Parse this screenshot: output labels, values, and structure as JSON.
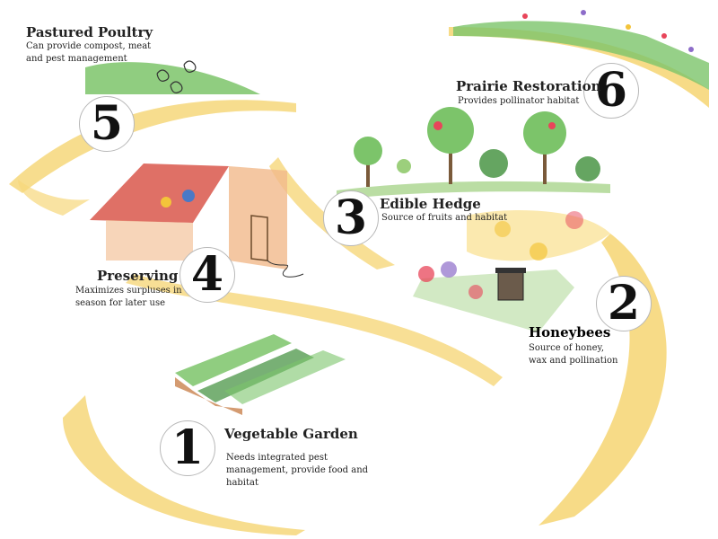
{
  "steps": [
    {
      "number": "1",
      "title": "Vegetable Garden",
      "description": "Needs integrated pest management, provide food and habitat"
    },
    {
      "number": "2",
      "title": "Honeybees",
      "description": "Source of honey, wax and pollination"
    },
    {
      "number": "3",
      "title": "Edible Hedge",
      "description": "Source of fruits and habitat"
    },
    {
      "number": "4",
      "title": "Preserving",
      "description": "Maximizes surpluses in season for later use"
    },
    {
      "number": "5",
      "title": "Pastured Poultry",
      "description": "Can provide compost, meat and pest management"
    },
    {
      "number": "6",
      "title": "Prairie Restoration",
      "description": "Provides pollinator habitat"
    }
  ],
  "colors": {
    "arc": "#f6d77a",
    "arc_light": "#fbe7a6",
    "grass": "#7cc46a",
    "leaf_dark": "#3f8f3a",
    "roof": "#d9574b",
    "shed_wall": "#f1b98b",
    "soil": "#c9824e",
    "flower_red": "#e8455a",
    "flower_purple": "#8d6cc9",
    "flower_yellow": "#f3c43a"
  },
  "icons": [
    "chicken-icon",
    "tree-icon",
    "beehive-icon",
    "shed-icon",
    "vegetable-bed-icon"
  ]
}
